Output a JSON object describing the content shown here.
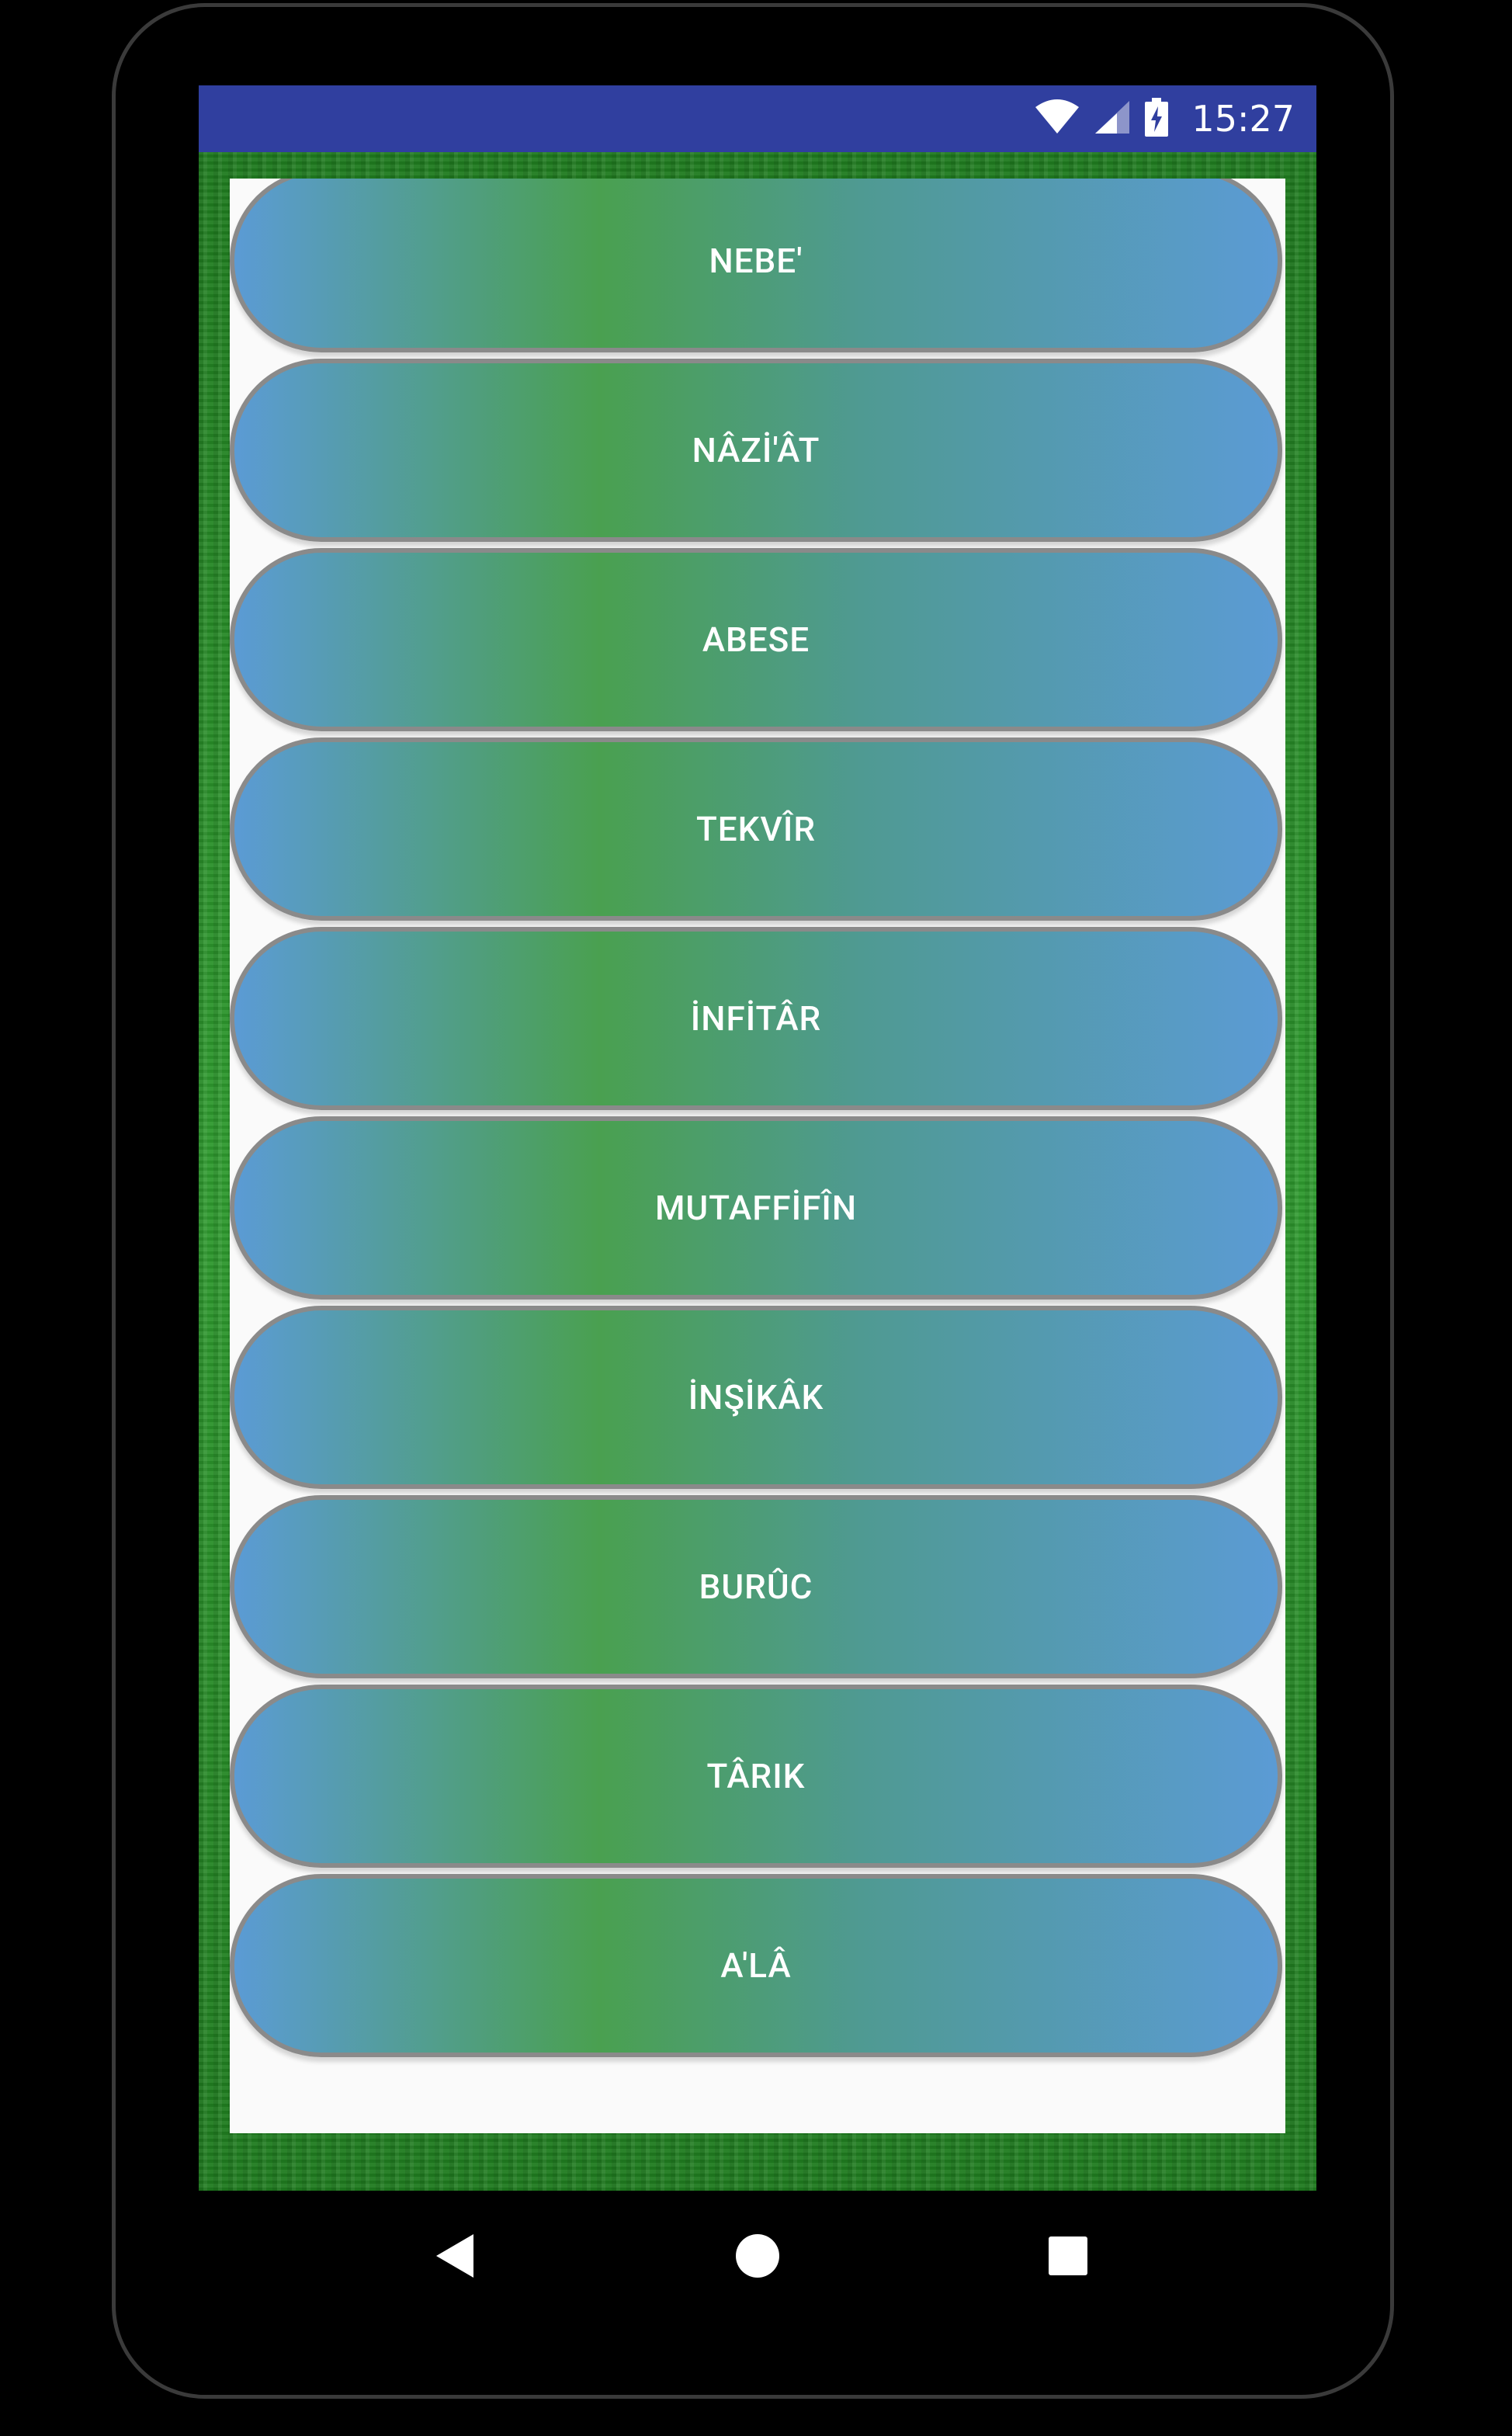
{
  "status_bar": {
    "time": "15:27",
    "icons": [
      "wifi-icon",
      "signal-icon",
      "battery-charging-icon"
    ],
    "color": "#303f9f"
  },
  "list": {
    "items": [
      {
        "label": "NEBE'"
      },
      {
        "label": "NÂZİ'ÂT"
      },
      {
        "label": "ABESE"
      },
      {
        "label": "TEKVÎR"
      },
      {
        "label": "İNFİTÂR"
      },
      {
        "label": "MUTAFFİFÎN"
      },
      {
        "label": "İNŞİKÂK"
      },
      {
        "label": "BURÛC"
      },
      {
        "label": "TÂRIK"
      },
      {
        "label": "A'LÂ"
      }
    ]
  },
  "nav_bar": {
    "icons": [
      "back-icon",
      "home-icon",
      "recents-icon"
    ]
  }
}
